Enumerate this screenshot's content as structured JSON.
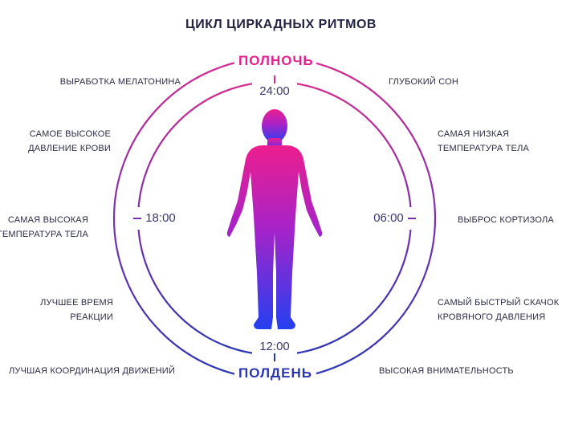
{
  "title": "ЦИКЛ ЦИРКАДНЫХ РИТМОВ",
  "midnight_label": "ПОЛНОЧЬ",
  "noon_label": "ПОЛДЕНЬ",
  "times": {
    "top": "24:00",
    "right": "06:00",
    "bottom": "12:00",
    "left": "18:00"
  },
  "notes_left": [
    "ВЫРАБОТКА МЕЛАТОНИНА",
    "САМОЕ ВЫСОКОЕ\nДАВЛЕНИЕ КРОВИ",
    "САМАЯ ВЫСОКАЯ\nТЕМПЕРАТУРА ТЕЛА",
    "ЛУЧШЕЕ ВРЕМЯ\nРЕАКЦИИ",
    "ЛУЧШАЯ КООРДИНАЦИЯ ДВИЖЕНИЙ"
  ],
  "notes_right": [
    "ГЛУБОКИЙ СОН",
    "САМАЯ НИЗКАЯ\nТЕМПЕРАТУРА ТЕЛА",
    "ВЫБРОС КОРТИЗОЛА",
    "САМЫЙ БЫСТРЫЙ СКАЧОК\nКРОВЯНОГО ДАВЛЕНИЯ",
    "ВЫСОКАЯ ВНИМАТЕЛЬНОСТЬ"
  ],
  "colors": {
    "magenta": "#e0208c",
    "blue": "#2b35b0",
    "purple": "#8a2ba8"
  }
}
